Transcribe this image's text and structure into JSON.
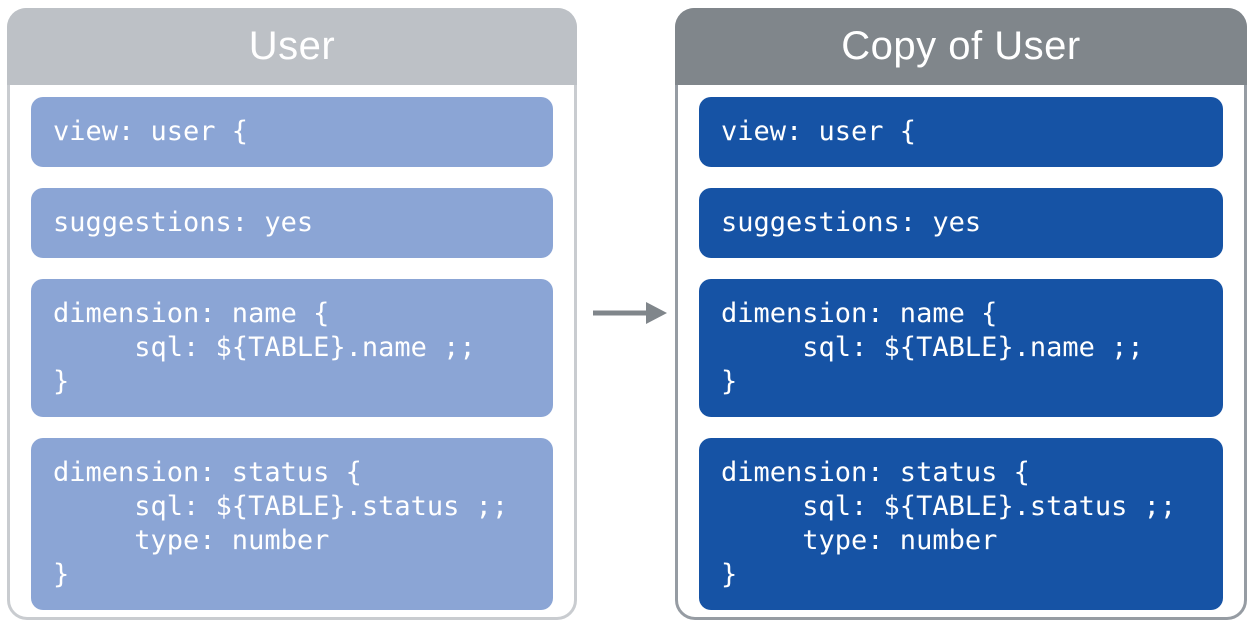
{
  "diagram": {
    "panels": [
      {
        "title": "User",
        "blocks": [
          "view: user {",
          "suggestions: yes",
          "dimension: name {\n     sql: ${TABLE}.name ;;\n}",
          "dimension: status {\n     sql: ${TABLE}.status ;;\n     type: number\n}"
        ]
      },
      {
        "title": "Copy of User",
        "blocks": [
          "view: user {",
          "suggestions: yes",
          "dimension: name {\n     sql: ${TABLE}.name ;;\n}",
          "dimension: status {\n     sql: ${TABLE}.status ;;\n     type: number\n}"
        ]
      }
    ],
    "arrow_icon": "right-arrow",
    "colors": {
      "source_header": "#bdc1c6",
      "source_block": "#8ba5d5",
      "source_border": "#c9ccd0",
      "copy_header": "#80868b",
      "copy_block": "#1653a5",
      "copy_border": "#969ca3",
      "arrow": "#80868b",
      "text": "#ffffff"
    }
  }
}
